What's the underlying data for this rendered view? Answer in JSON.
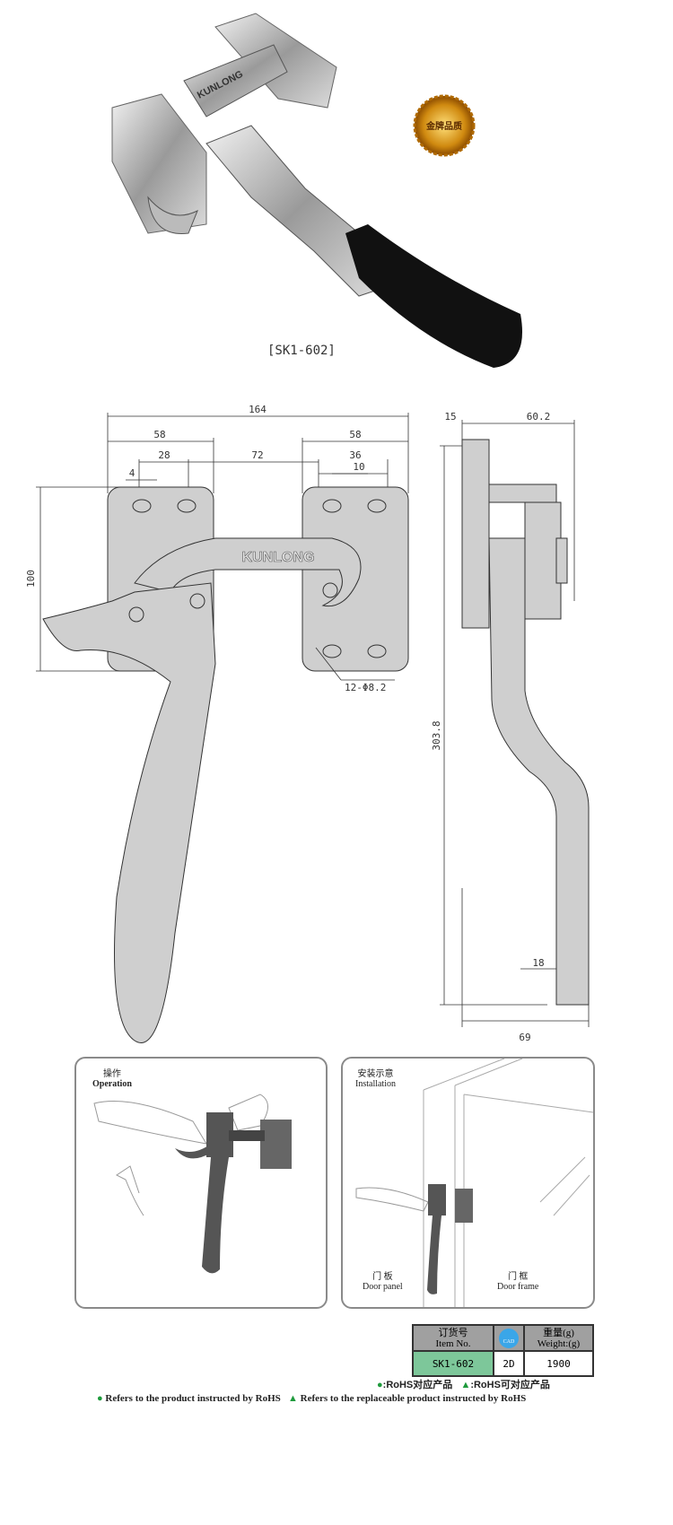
{
  "product": {
    "model_label": "[SK1-602]",
    "brand_mark": "KUNLONG",
    "badge_text": "金牌品质"
  },
  "dimensions": {
    "overall_width": "164",
    "left_plate_width": "58",
    "right_plate_width": "58",
    "left_hole_spacing": "28",
    "plate_gap": "72",
    "right_hole_spacing": "36",
    "left_slot": "4",
    "right_slot": "10",
    "height": "100",
    "holes": "12-Φ8.2",
    "side_thickness": "15",
    "side_depth": "60.2",
    "overall_length": "303.8",
    "handle_thickness": "18",
    "side_base": "69"
  },
  "operation_panel": {
    "title_cn": "操作",
    "title_en": "Operation"
  },
  "installation_panel": {
    "title_cn": "安装示意",
    "title_en": "Installation",
    "door_panel_cn": "门 板",
    "door_panel_en": "Door panel",
    "door_frame_cn": "门 框",
    "door_frame_en": "Door frame"
  },
  "spec_table": {
    "item_header_cn": "订货号",
    "item_header_en": "Item No.",
    "cad_icon_label": "CAD",
    "weight_header_cn": "重量(g)",
    "weight_header_en": "Weight:(g)",
    "item_no": "SK1-602",
    "cad": "2D",
    "weight": "1900",
    "item_cell_color": "#7dc79a",
    "header_color": "#a0a0a0"
  },
  "legend": {
    "rohs_cn": ":RoHS对应产品",
    "rohs_en": "Refers to the product instructed by RoHS",
    "rohs_replaceable_cn": ":RoHS可对应产品",
    "rohs_replaceable_en": "Refers to the replaceable product instructed by RoHS",
    "marker_color": "#1e9a3c"
  }
}
